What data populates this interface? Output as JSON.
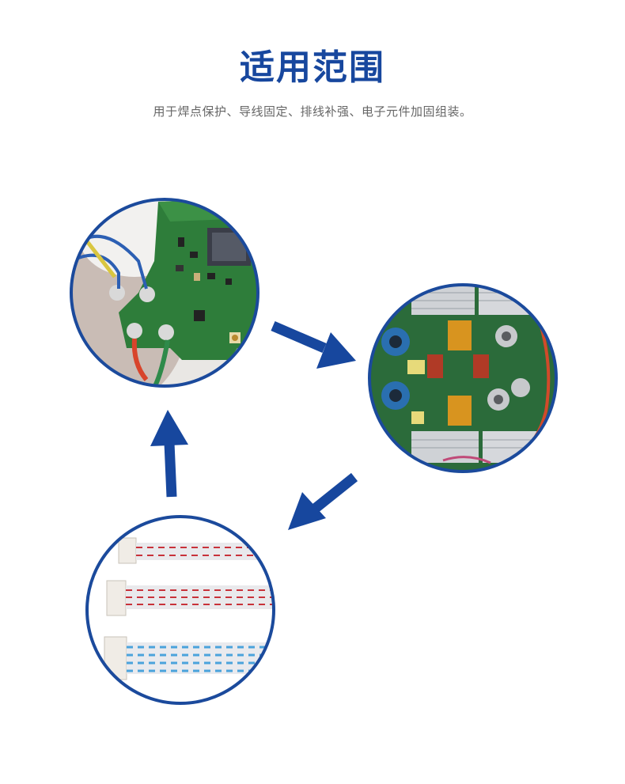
{
  "header": {
    "title": "适用范围",
    "subtitle": "用于焊点保护、导线固定、排线补强、电子元件加固组装。"
  },
  "colors": {
    "brand_blue": "#17479e",
    "ring_blue": "#1b4a9c",
    "subtitle_gray": "#666666"
  },
  "images": [
    {
      "name": "pcb-solder-joint-photo",
      "description_icon": "solder-joint"
    },
    {
      "name": "power-board-photo",
      "description_icon": "circuit-board"
    },
    {
      "name": "ribbon-cable-photo",
      "description_icon": "cable-connector"
    }
  ]
}
